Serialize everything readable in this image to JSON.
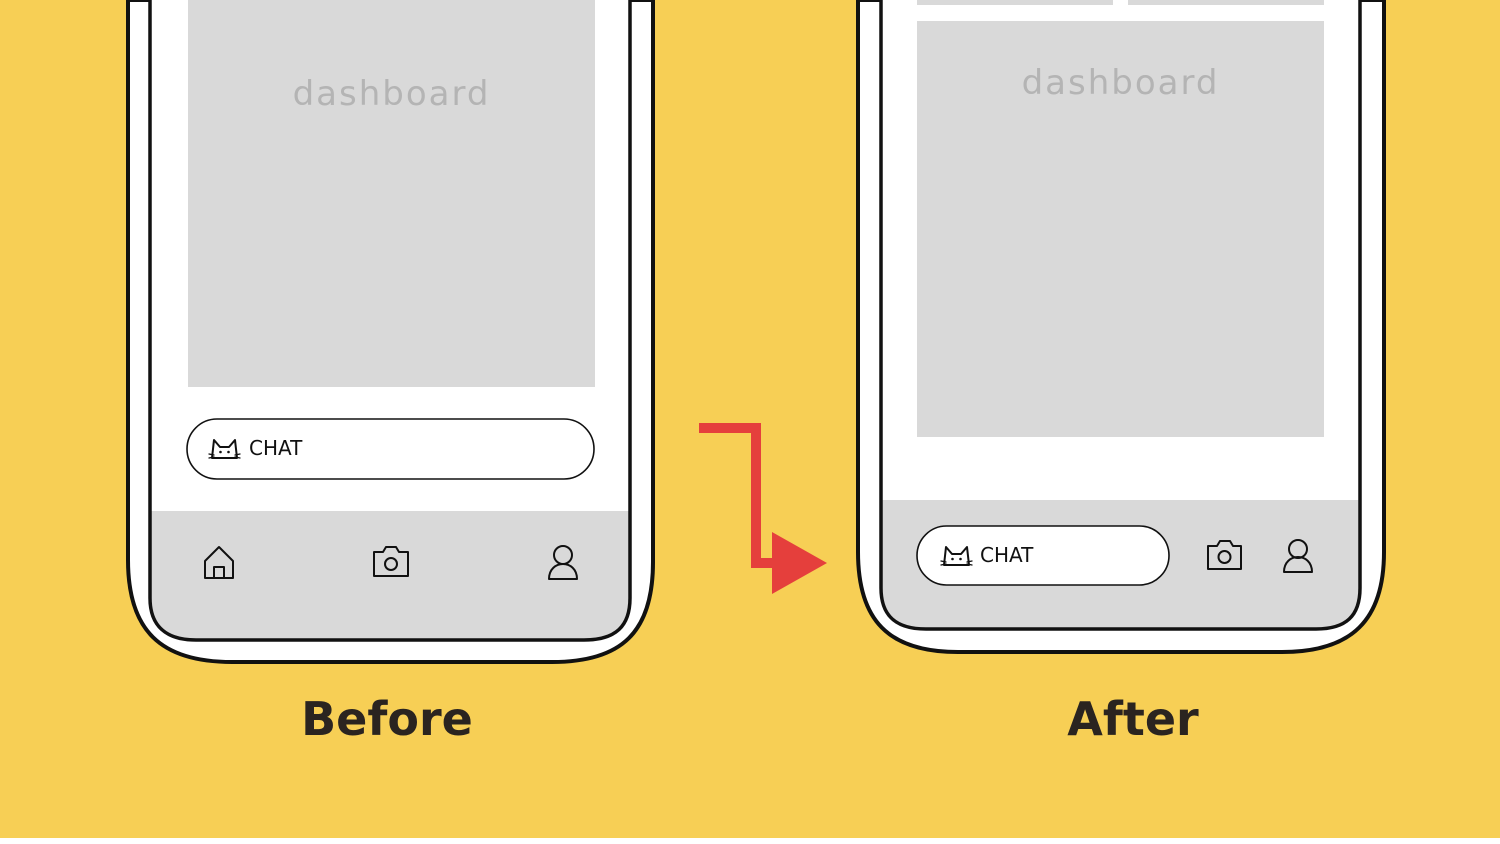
{
  "colors": {
    "background": "#f7cf55",
    "phone_frame": "#ffffff",
    "outline": "#111111",
    "placeholder_gray": "#d9d9d9",
    "nav_gray": "#d9d9d9",
    "arrow": "#e53f3c",
    "caption": "#2a2420"
  },
  "before": {
    "caption": "Before",
    "dashboard_label": "dashboard",
    "chat_label": "CHAT",
    "nav_icons": [
      "home-icon",
      "camera-icon",
      "profile-icon"
    ]
  },
  "after": {
    "caption": "After",
    "dashboard_label": "dashboard",
    "chat_label": "CHAT",
    "nav_icons": [
      "camera-icon",
      "profile-icon"
    ]
  }
}
